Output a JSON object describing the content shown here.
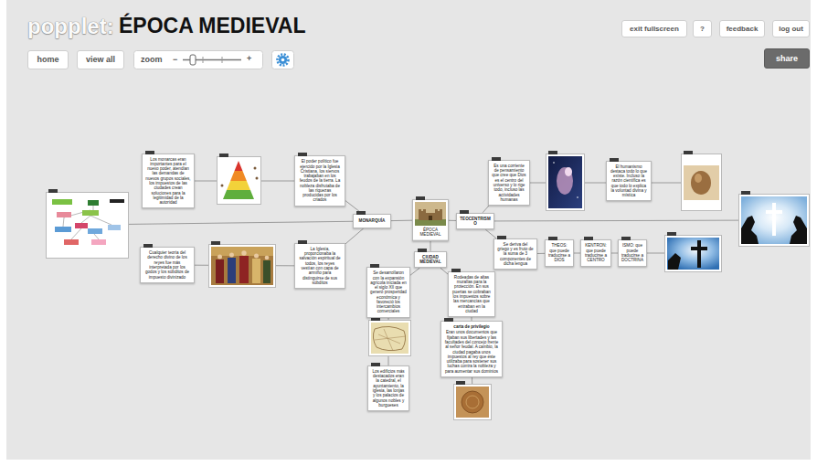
{
  "diagram": {
    "title": "ÉPOCA MEDIEVAL",
    "nodes": [
      {
        "text": [
          "ÉPOCA MEDIEVAL"
        ]
      },
      {
        "text": [
          "MONARQUÍA"
        ]
      },
      {
        "text": [
          "TEOCENTRISMO"
        ]
      },
      {
        "text": [
          "CIUDAD MEDIEVAL"
        ]
      },
      {
        "text": [
          "El poder político fue ejercido por la Iglesia Cristiana, los siervos trabajaban en los feudos de la tierra. La nobleza disfrutaba de las riquezas producidas por los criados"
        ]
      },
      {
        "text": [
          "La Iglesia, proporcionaba la salvación espiritual de todos, los reyes vestían con capa de armiño para distinguirse de sus súbditos"
        ]
      },
      {
        "text": [
          "Los monarcas eran importantes para el nuevo poder, atendían las demandas de nuevos grupos sociales, los impuestos de las ciudades crean soluciones para la legitimidad de la autoridad"
        ]
      },
      {
        "text": [
          "Cualquier teoría del derecho divino de los reyes fue más interpretada por los godos y los súbditos de impuesto divinizado"
        ]
      },
      {
        "text": [
          "Es una corriente de pensamiento que cree que Dios es el centro del universo y lo rige todo, incluso las actividades humanas"
        ]
      },
      {
        "text": [
          "El humanismo destaca todo lo que existe. Incluso la razón científica es que todo lo explica la voluntad divina y mística"
        ]
      },
      {
        "text": [
          "Se deriva del griego y es fruto de la suma de 3 componentes de dicha lengua"
        ]
      },
      {
        "text": [
          "THEOS: que puede traducirse a DIOS"
        ]
      },
      {
        "text": [
          "KENTRON: que puede traducirse a CENTRO"
        ]
      },
      {
        "text": [
          "ISMO: que puede traducirse a DOCTRINA"
        ]
      },
      {
        "text": [
          "Se desarrollaron con la expansión agrícola iniciada en el siglo XII que generó prosperidad económica y favoreció los intercambios comerciales"
        ]
      },
      {
        "text": [
          "Los edificios más destacados eran la catedral, el ayuntamiento, la iglesia, las lonjas y los palacios de algunos nobles y burgueses"
        ]
      },
      {
        "text": [
          "Rodeadas de altas murallas para la protección. En sus puertas se cobraban los impuestos sobre las mercancías que entraban en la ciudad"
        ]
      },
      {
        "text": [
          "carta de privilegio",
          "Eran unos documentos que fijaban sus libertades y las facultades del concejo frente al señor feudal. A cambio, la ciudad pagaba unos impuestos al rey que éste utilizaba para sostener sus luchas contra la nobleza y para aumentar sus dominios"
        ]
      }
    ],
    "edges": [
      {
        "from": 0,
        "to": 1,
        "arrow": "none"
      },
      {
        "from": 0,
        "to": 2,
        "arrow": "none"
      },
      {
        "from": 0,
        "to": 3,
        "arrow": "none"
      },
      {
        "from": 1,
        "to": 4,
        "arrow": "none"
      },
      {
        "from": 1,
        "to": 5,
        "arrow": "none"
      },
      {
        "from": 2,
        "to": 8,
        "arrow": "none"
      },
      {
        "from": 2,
        "to": 10,
        "arrow": "none"
      },
      {
        "from": 10,
        "to": 11,
        "arrow": "none"
      },
      {
        "from": 11,
        "to": 12,
        "arrow": "none"
      },
      {
        "from": 12,
        "to": 13,
        "arrow": "none"
      },
      {
        "from": 3,
        "to": 14,
        "arrow": "none"
      },
      {
        "from": 3,
        "to": 16,
        "arrow": "none"
      },
      {
        "from": 16,
        "to": 17,
        "arrow": "none"
      }
    ],
    "labels": [
      "popplet:",
      "home",
      "view all",
      "zoom",
      "−",
      "+",
      "exit fullscreen",
      "?",
      "feedback",
      "log out",
      "share"
    ]
  }
}
